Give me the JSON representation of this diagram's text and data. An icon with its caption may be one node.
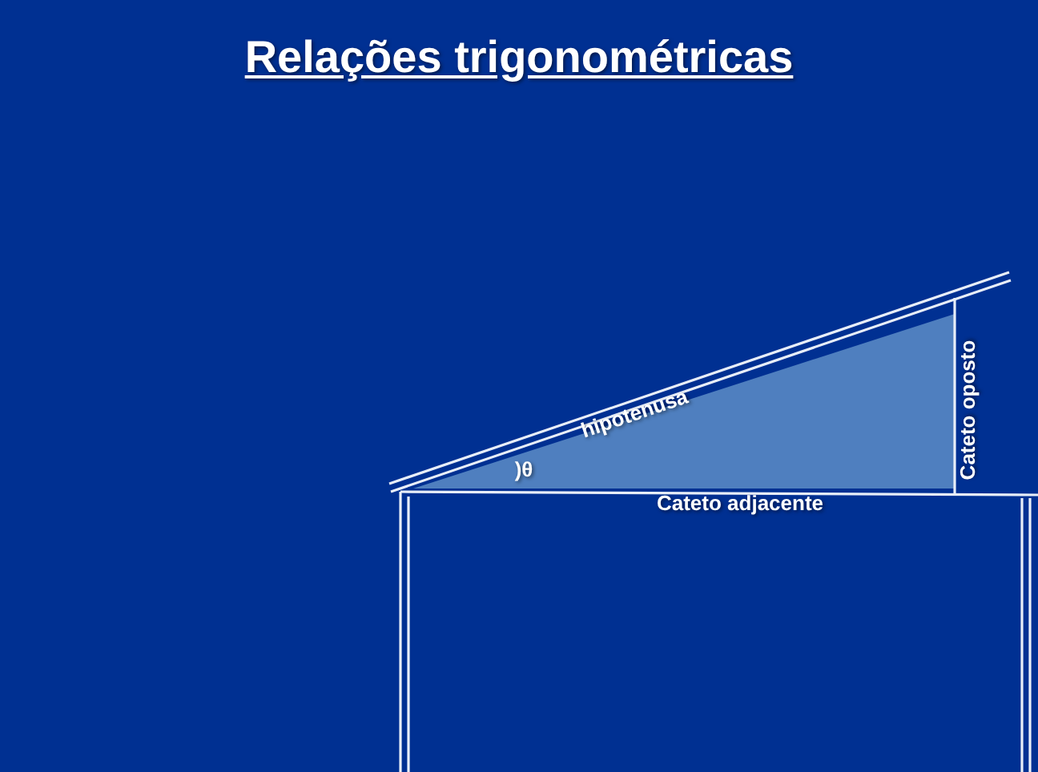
{
  "diagram": {
    "title": "Relações trigonométricas",
    "labels": [
      "hipotenusa",
      ")θ",
      "Cateto oposto",
      "Cateto adjacente"
    ]
  }
}
